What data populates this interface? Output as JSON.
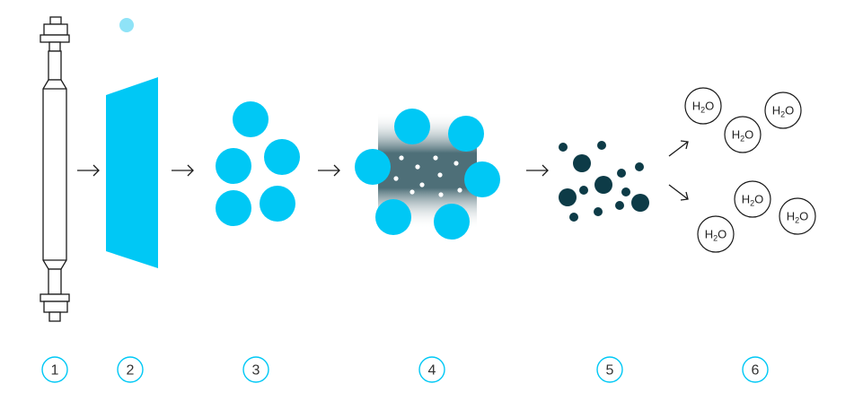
{
  "colors": {
    "cyan": "#00c8f5",
    "light_cyan": "#8fe3f7",
    "dark_teal": "#0d3b47",
    "line": "#1a1a1a",
    "gradient_dark": "#4e6f78"
  },
  "molecule": {
    "element": "H",
    "subscript": "2",
    "suffix": "O"
  },
  "steps": [
    {
      "number": "1"
    },
    {
      "number": "2"
    },
    {
      "number": "3"
    },
    {
      "number": "4"
    },
    {
      "number": "5"
    },
    {
      "number": "6"
    }
  ]
}
